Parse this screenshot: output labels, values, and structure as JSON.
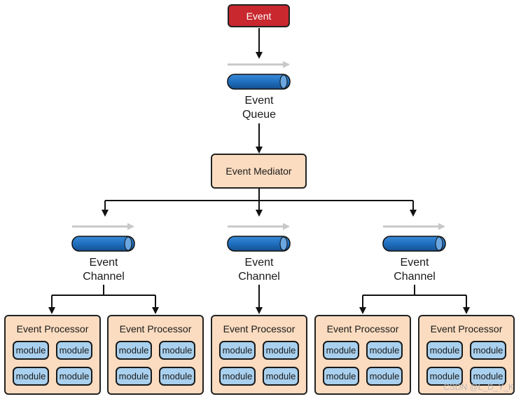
{
  "event": {
    "label": "Event"
  },
  "queue": {
    "label_line1": "Event",
    "label_line2": "Queue"
  },
  "mediator": {
    "label": "Event Mediator"
  },
  "channels": [
    {
      "label_line1": "Event",
      "label_line2": "Channel"
    },
    {
      "label_line1": "Event",
      "label_line2": "Channel"
    },
    {
      "label_line1": "Event",
      "label_line2": "Channel"
    }
  ],
  "processors": [
    {
      "title": "Event Processor",
      "modules": [
        "module",
        "module",
        "module",
        "module"
      ]
    },
    {
      "title": "Event Processor",
      "modules": [
        "module",
        "module",
        "module",
        "module"
      ]
    },
    {
      "title": "Event Processor",
      "modules": [
        "module",
        "module",
        "module",
        "module"
      ]
    },
    {
      "title": "Event Processor",
      "modules": [
        "module",
        "module",
        "module",
        "module"
      ]
    },
    {
      "title": "Event Processor",
      "modules": [
        "module",
        "module",
        "module",
        "module"
      ]
    }
  ],
  "watermark": "CSDN @L_D_Y_K",
  "colors": {
    "event_red": "#c8282e",
    "pipe_blue": "#1f6fbf",
    "box_peach": "#fbdcc0",
    "module_blue": "#a9d0ee",
    "flow_arrow_gray": "#c8c8c8"
  }
}
